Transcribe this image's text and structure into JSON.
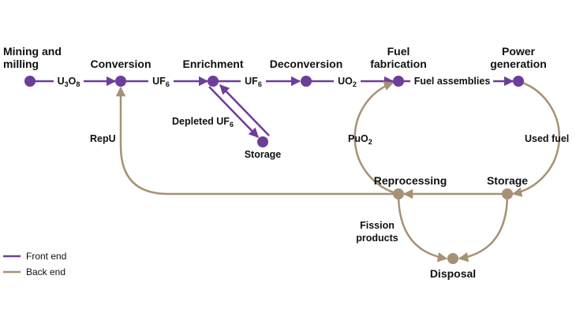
{
  "colors": {
    "front_end": "#6d3d98",
    "back_end": "#a69176"
  },
  "nodes": {
    "mining_line1": "Mining and",
    "mining_line2": "milling",
    "conversion": "Conversion",
    "enrichment": "Enrichment",
    "deconversion": "Deconversion",
    "fuel_fab_line1": "Fuel",
    "fuel_fab_line2": "fabrication",
    "power_line1": "Power",
    "power_line2": "generation",
    "storage_enrichment": "Storage",
    "reprocessing": "Reprocessing",
    "storage_back": "Storage",
    "disposal": "Disposal"
  },
  "flows": {
    "u3o8_base": "U",
    "u3o8_sub1": "3",
    "u3o8_mid": "O",
    "u3o8_sub2": "8",
    "uf6_a_base": "UF",
    "uf6_a_sub": "6",
    "uf6_b_base": "UF",
    "uf6_b_sub": "6",
    "uo2_base": "UO",
    "uo2_sub": "2",
    "fuel_assemblies": "Fuel assemblies",
    "depleted_base": "Depleted UF",
    "depleted_sub": "6",
    "repu": "RepU",
    "puo2_base": "PuO",
    "puo2_sub": "2",
    "used_fuel": "Used fuel",
    "fission_line1": "Fission",
    "fission_line2": "products"
  },
  "legend": {
    "front_end": "Front end",
    "back_end": "Back end"
  }
}
